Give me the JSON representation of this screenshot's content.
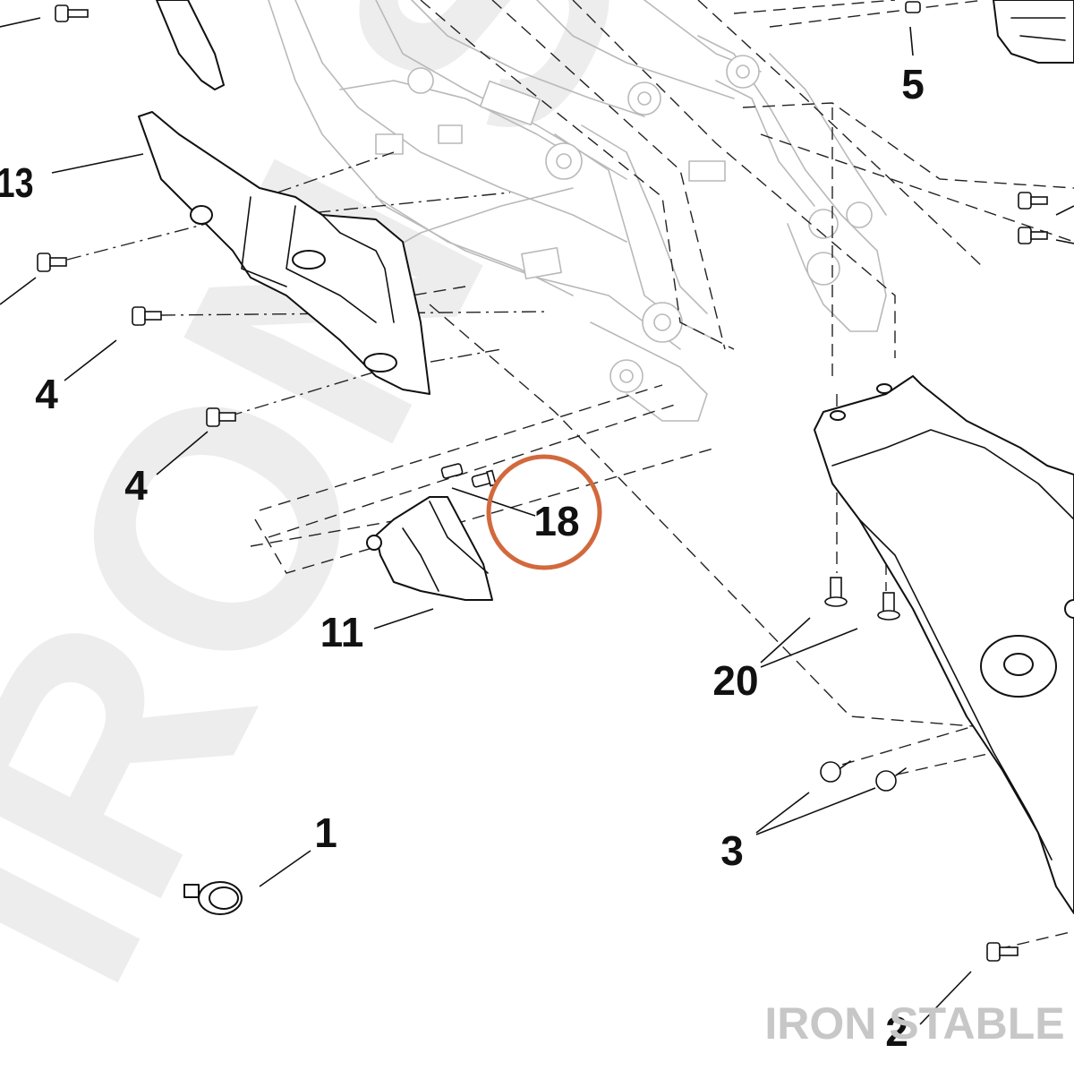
{
  "callouts": [
    {
      "id": "13",
      "label": "13"
    },
    {
      "id": "4a",
      "label": "4"
    },
    {
      "id": "4b",
      "label": "4"
    },
    {
      "id": "18",
      "label": "18"
    },
    {
      "id": "11",
      "label": "11"
    },
    {
      "id": "5",
      "label": "5"
    },
    {
      "id": "20",
      "label": "20"
    },
    {
      "id": "3",
      "label": "3"
    },
    {
      "id": "1",
      "label": "1"
    },
    {
      "id": "2",
      "label": "2"
    }
  ],
  "highlight": {
    "label": "18",
    "color": "#d2693c"
  },
  "watermark": {
    "background_text": "IRON STABLE",
    "logo_text": "IRON STABLE"
  },
  "colors": {
    "ink": "#111111",
    "frame": "#b9b9b9",
    "watermark": "#ededed",
    "logo": "#c7c7c7",
    "highlight": "#d2693c"
  }
}
